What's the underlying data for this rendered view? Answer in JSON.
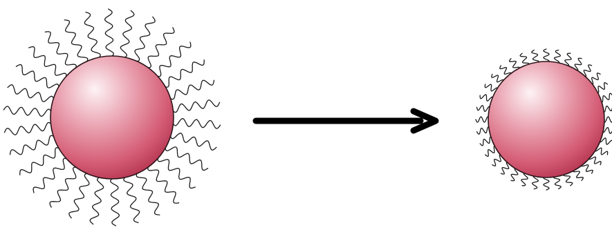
{
  "colors": {
    "sphere_highlight": "#fdf3f5",
    "sphere_mid": "#eba6b4",
    "sphere_base": "#d45c74",
    "sphere_shadow": "#b53551",
    "outline": "#2a1418",
    "chains": "#1a1a1a",
    "arrow": "#000000"
  },
  "particles": [
    {
      "name": "extended-chains",
      "chain_count": 30,
      "waves": 3.5
    },
    {
      "name": "collapsed-chains",
      "chain_count": 36,
      "waves": 2
    }
  ]
}
